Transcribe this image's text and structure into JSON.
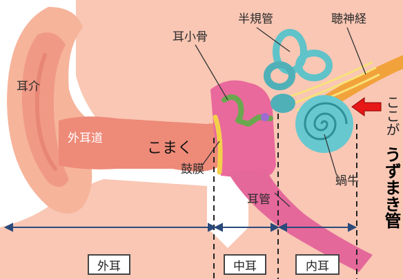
{
  "labels": {
    "auricle": "耳介",
    "ear_canal": "外耳道",
    "ossicles": "耳小骨",
    "semicircular_canals": "半規管",
    "auditory_nerve": "聴神経",
    "kokaku": "こまく",
    "eardrum": "鼓膜",
    "cochlea": "蝸牛",
    "eustachian_tube": "耳管"
  },
  "regions": {
    "outer": "外耳",
    "middle": "中耳",
    "inner": "内耳"
  },
  "callout": {
    "prefix": "ここが",
    "emphasis": "うずまき管"
  },
  "colors": {
    "skin": "#f7b8a2",
    "canal": "#ef8f7e",
    "middle_ear": "#e96a9c",
    "cochlea": "#5fc3c9",
    "nerve": "#f0a040",
    "arrow": "#e81818",
    "axis": "#2a4a7a"
  }
}
